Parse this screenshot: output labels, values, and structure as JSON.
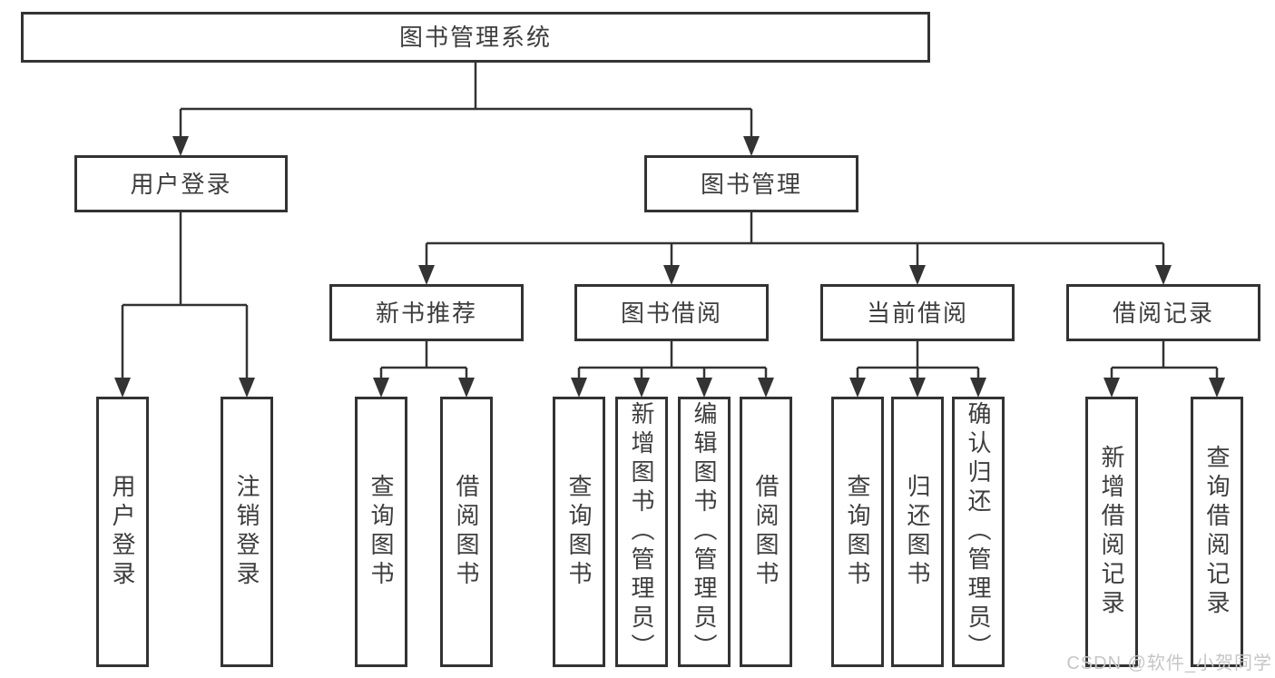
{
  "diagram": {
    "root": {
      "label": "图书管理系统"
    },
    "branches": [
      {
        "label": "用户登录",
        "leaves": [
          {
            "label": "用户登录"
          },
          {
            "label": "注销登录"
          }
        ]
      },
      {
        "label": "图书管理",
        "groups": [
          {
            "label": "新书推荐",
            "leaves": [
              {
                "label": "查询图书"
              },
              {
                "label": "借阅图书"
              }
            ]
          },
          {
            "label": "图书借阅",
            "leaves": [
              {
                "label": "查询图书"
              },
              {
                "label": "新增图书（管理员）"
              },
              {
                "label": "编辑图书（管理员）"
              },
              {
                "label": "借阅图书"
              }
            ]
          },
          {
            "label": "当前借阅",
            "leaves": [
              {
                "label": "查询图书"
              },
              {
                "label": "归还图书"
              },
              {
                "label": "确认归还（管理员）"
              }
            ]
          },
          {
            "label": "借阅记录",
            "leaves": [
              {
                "label": "新增借阅记录"
              },
              {
                "label": "查询借阅记录"
              }
            ]
          }
        ]
      }
    ],
    "watermark": "CSDN @软件_小贺同学",
    "colors": {
      "line": "#333333",
      "box_border": "#333333",
      "box_fill": "#ffffff",
      "label_text": "#3d3d3d",
      "watermark_text": "#c6c6c6",
      "background": "#ffffff"
    }
  }
}
